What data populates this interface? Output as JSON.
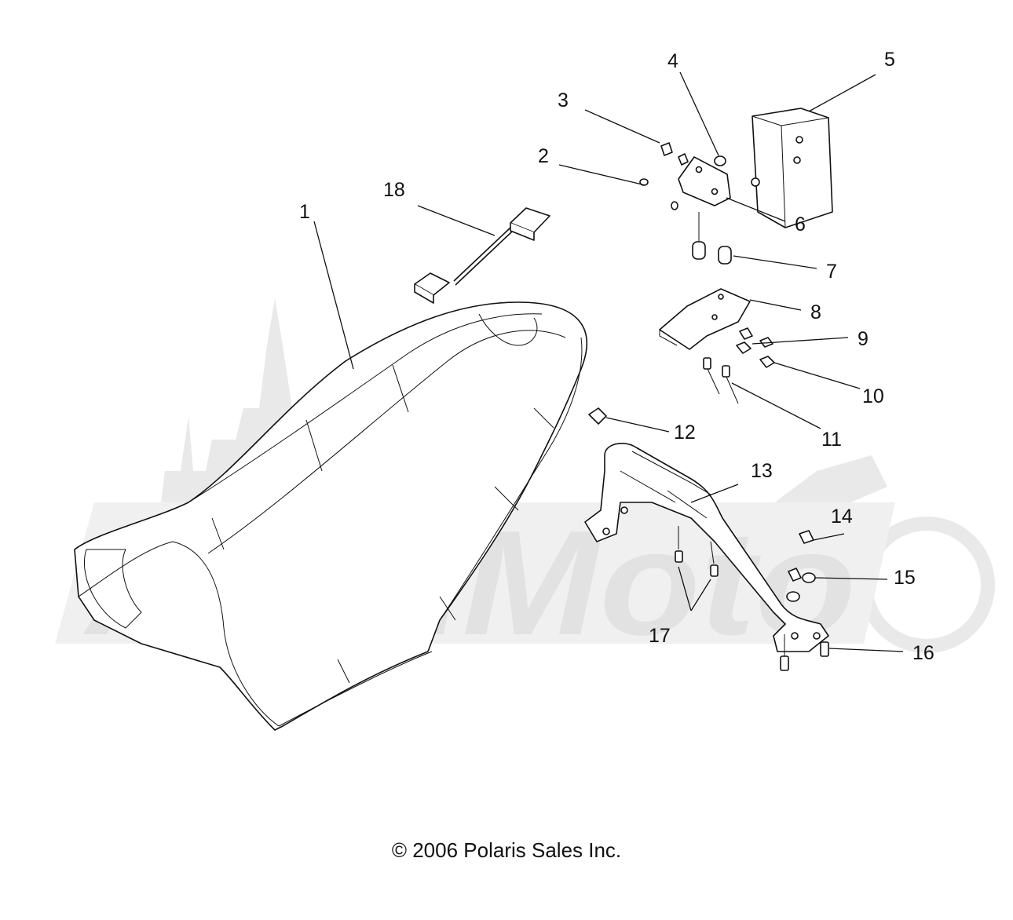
{
  "callouts": [
    "1",
    "2",
    "3",
    "4",
    "5",
    "6",
    "7",
    "8",
    "9",
    "10",
    "11",
    "12",
    "13",
    "14",
    "15",
    "16",
    "17",
    "18"
  ],
  "watermark": "ArehMoto",
  "footer": {
    "copyright": "© 2006 Polaris Sales Inc."
  }
}
